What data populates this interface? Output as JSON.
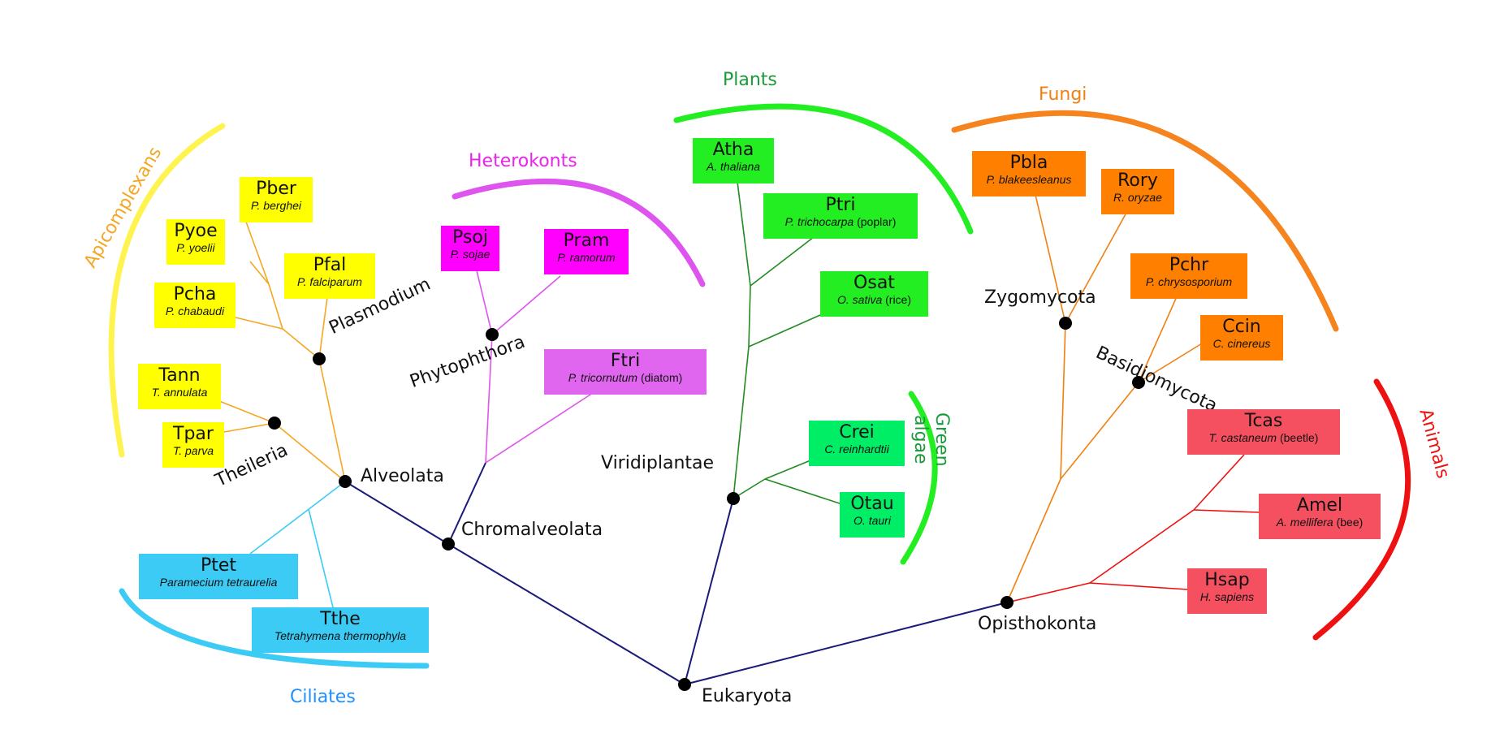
{
  "colors": {
    "eukaryota": "#1a1a7a",
    "alveolata": "#f5a623",
    "apicomplexa_box": "#ffff00",
    "ciliates_box": "#3ccbf4",
    "ciliates_line": "#3ccbf4",
    "heterokonts_box_1": "#ff00ff",
    "heterokonts_box_2": "#e066f0",
    "heterokonts_line": "#dd66ee",
    "plants_box": "#22ee22",
    "plants_line": "#228b22",
    "green_algae_box": "#00ee66",
    "fungi_box": "#ff7f00",
    "fungi_line": "#f08010",
    "animals_box": "#f55060",
    "animals_line": "#ee1111",
    "dot": "#000000"
  },
  "groups": {
    "apicomplexans": {
      "label": "Apicomplexans",
      "color": "#f5a623"
    },
    "ciliates": {
      "label": "Ciliates",
      "color": "#1e90ff"
    },
    "heterokonts": {
      "label": "Heterokonts",
      "color": "#ee22ee"
    },
    "plants": {
      "label": "Plants",
      "color": "#1a9a3a"
    },
    "green_algae": {
      "label_line1": "Green",
      "label_line2": "algae",
      "color": "#1a9a3a"
    },
    "fungi": {
      "label": "Fungi",
      "color": "#f08010"
    },
    "animals": {
      "label": "Animals",
      "color": "#ee1111"
    }
  },
  "nodes": {
    "eukaryota": "Eukaryota",
    "chromalveolata": "Chromalveolata",
    "alveolata": "Alveolata",
    "plasmodium": "Plasmodium",
    "theileria": "Theileria",
    "phytophthora": "Phytophthora",
    "viridiplantae": "Viridiplantae",
    "opisthokonta": "Opisthokonta",
    "zygomycota": "Zygomycota",
    "basidiomycota": "Basidiomycota"
  },
  "taxa": {
    "pber": {
      "abbr": "Pber",
      "sci": "P. berghei",
      "common": ""
    },
    "pyoe": {
      "abbr": "Pyoe",
      "sci": "P. yoelii",
      "common": ""
    },
    "pfal": {
      "abbr": "Pfal",
      "sci": "P. falciparum",
      "common": ""
    },
    "pcha": {
      "abbr": "Pcha",
      "sci": "P. chabaudi",
      "common": ""
    },
    "tann": {
      "abbr": "Tann",
      "sci": "T. annulata",
      "common": ""
    },
    "tpar": {
      "abbr": "Tpar",
      "sci": "T. parva",
      "common": ""
    },
    "ptet": {
      "abbr": "Ptet",
      "sci": "Paramecium tetraurelia",
      "common": ""
    },
    "tthe": {
      "abbr": "Tthe",
      "sci": "Tetrahymena thermophyla",
      "common": ""
    },
    "psoj": {
      "abbr": "Psoj",
      "sci": "P. sojae",
      "common": ""
    },
    "pram": {
      "abbr": "Pram",
      "sci": "P. ramorum",
      "common": ""
    },
    "ftri": {
      "abbr": "Ftri",
      "sci": "P. tricornutum",
      "common": "(diatom)"
    },
    "atha": {
      "abbr": "Atha",
      "sci": "A. thaliana",
      "common": ""
    },
    "ptri": {
      "abbr": "Ptri",
      "sci": "P. trichocarpa",
      "common": "(poplar)"
    },
    "osat": {
      "abbr": "Osat",
      "sci": "O. sativa",
      "common": "(rice)"
    },
    "crei": {
      "abbr": "Crei",
      "sci": "C. reinhardtii",
      "common": ""
    },
    "otau": {
      "abbr": "Otau",
      "sci": "O. tauri",
      "common": ""
    },
    "pbla": {
      "abbr": "Pbla",
      "sci": "P. blakeesleanus",
      "common": ""
    },
    "rory": {
      "abbr": "Rory",
      "sci": "R. oryzae",
      "common": ""
    },
    "pchr": {
      "abbr": "Pchr",
      "sci": "P. chrysosporium",
      "common": ""
    },
    "ccin": {
      "abbr": "Ccin",
      "sci": "C. cinereus",
      "common": ""
    },
    "tcas": {
      "abbr": "Tcas",
      "sci": "T. castaneum",
      "common": "(beetle)"
    },
    "amel": {
      "abbr": "Amel",
      "sci": "A. mellifera",
      "common": "(bee)"
    },
    "hsap": {
      "abbr": "Hsap",
      "sci": "H. sapiens",
      "common": ""
    }
  }
}
